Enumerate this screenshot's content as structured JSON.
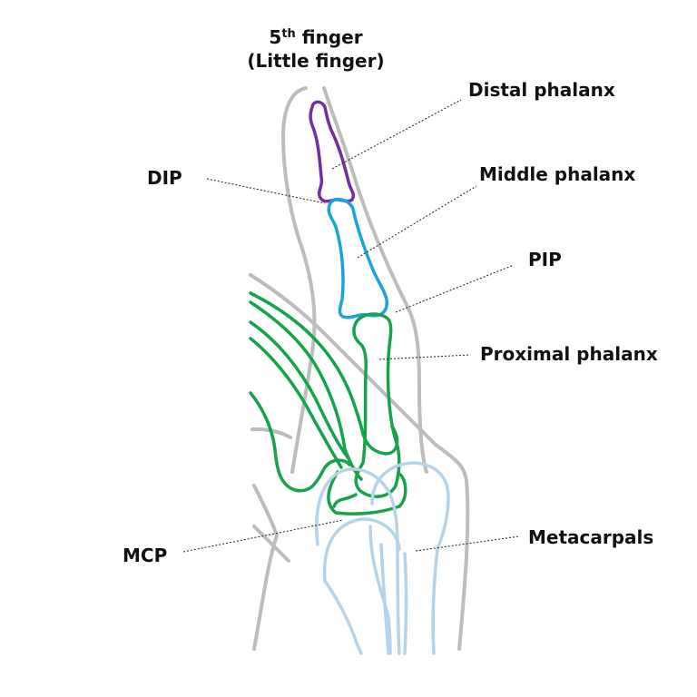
{
  "title": {
    "line1_number": "5",
    "line1_superscript": "th",
    "line1_rest": "finger",
    "line2": "(Little finger)"
  },
  "labels": {
    "distal_phalanx": "Distal phalanx",
    "dip": "DIP",
    "middle_phalanx": "Middle phalanx",
    "pip": "PIP",
    "proximal_phalanx": "Proximal phalanx",
    "mcp": "MCP",
    "metacarpals": "Metacarpals"
  },
  "colors": {
    "distal_phalanx": "#7030a0",
    "middle_phalanx": "#1ba3e0",
    "proximal_phalanx": "#16a34a",
    "metacarpals": "#b7d3ea",
    "skin_outline": "#bdbdbd"
  }
}
